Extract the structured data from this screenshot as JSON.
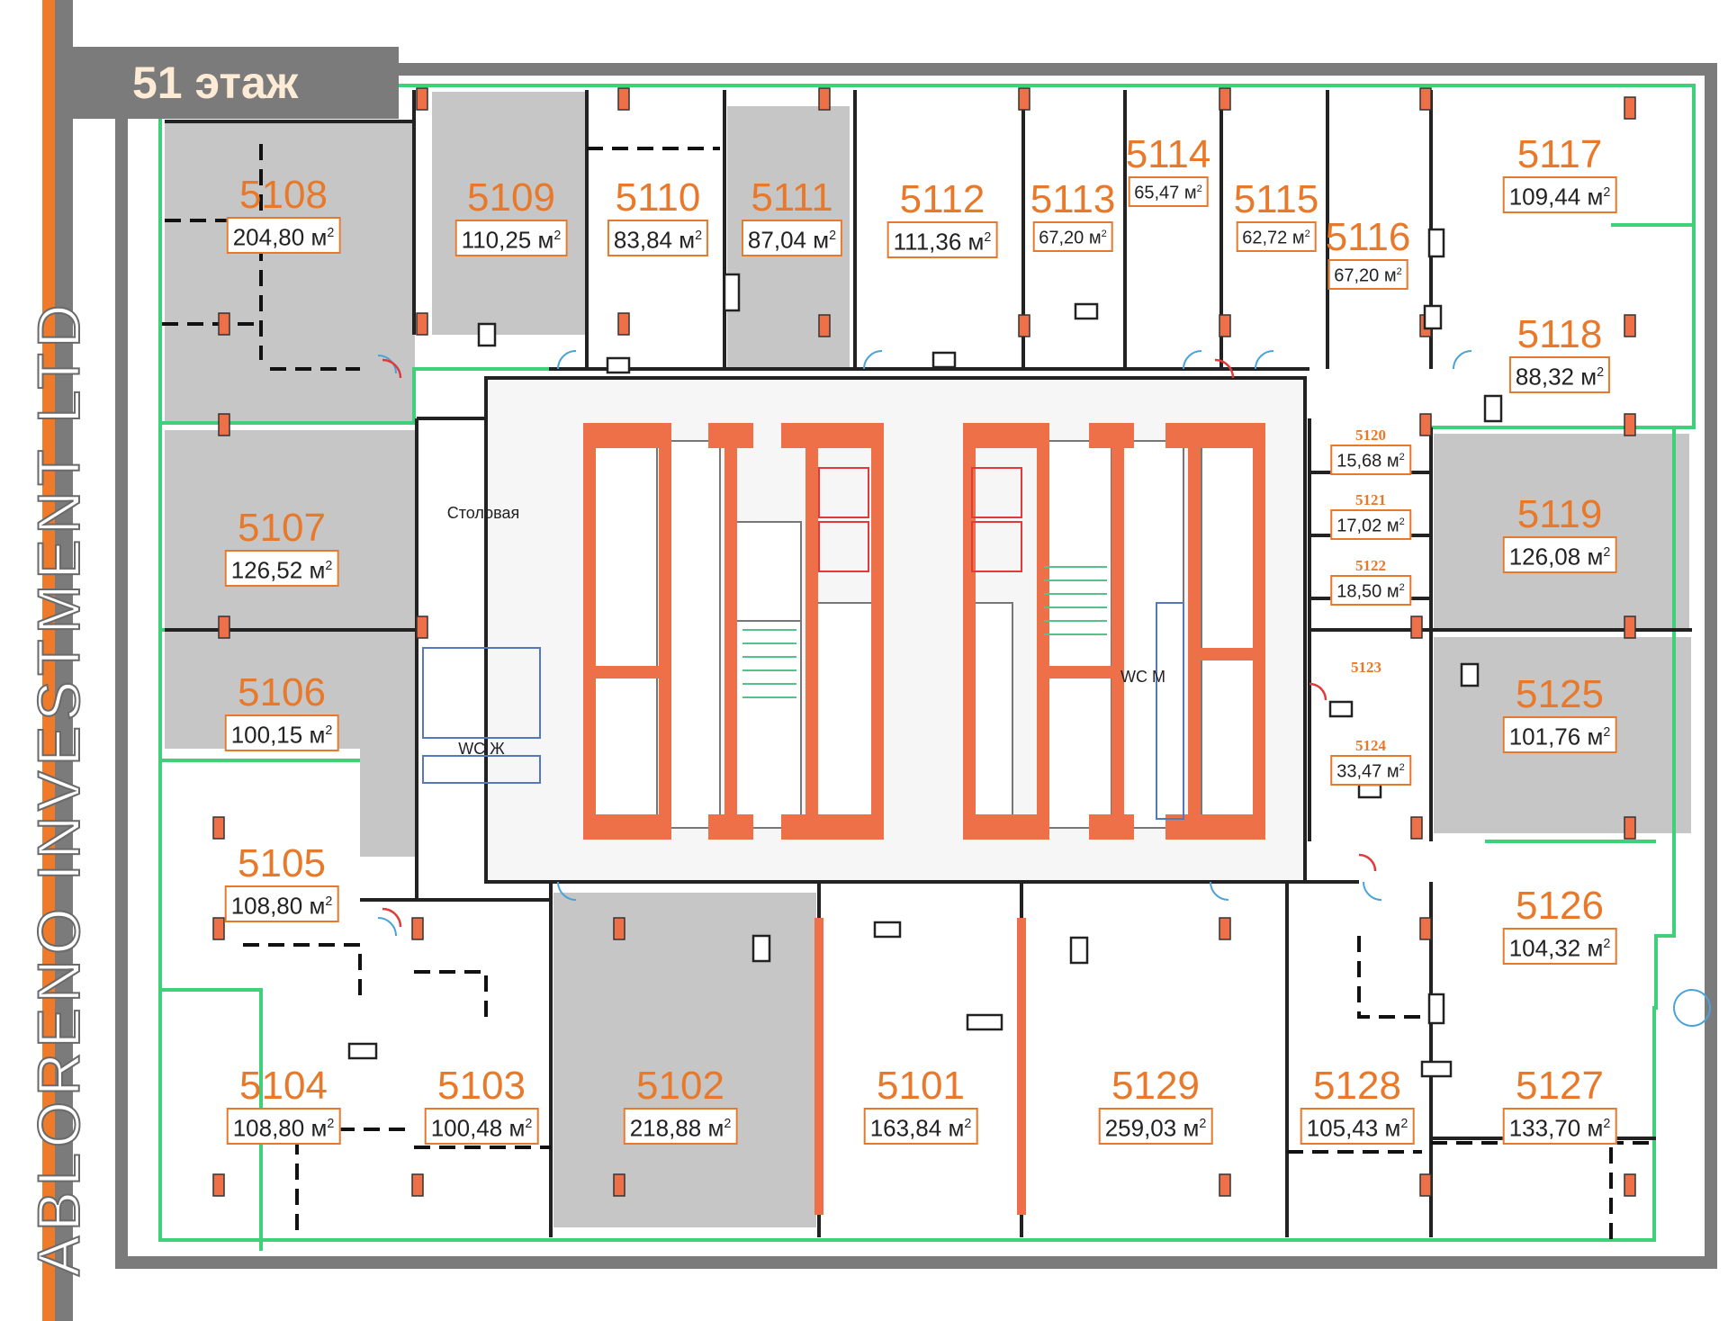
{
  "brand": {
    "name": "ABLORENO INVESTMENT LTD"
  },
  "floor": {
    "title": "51 этаж"
  },
  "area_unit": "м",
  "area_unit_exp": "2",
  "rooms": {
    "canteen": "Столовая",
    "wc_f": "WC Ж",
    "wc_m": "WC М"
  },
  "units": {
    "5108": {
      "number": "5108",
      "area": "204,80"
    },
    "5109": {
      "number": "5109",
      "area": "110,25"
    },
    "5110": {
      "number": "5110",
      "area": "83,84"
    },
    "5111": {
      "number": "5111",
      "area": "87,04"
    },
    "5112": {
      "number": "5112",
      "area": "111,36"
    },
    "5113": {
      "number": "5113",
      "area": "67,20"
    },
    "5114": {
      "number": "5114",
      "area": "65,47"
    },
    "5115": {
      "number": "5115",
      "area": "62,72"
    },
    "5116": {
      "number": "5116",
      "area": "67,20"
    },
    "5117": {
      "number": "5117",
      "area": "109,44"
    },
    "5118": {
      "number": "5118",
      "area": "88,32"
    },
    "5107": {
      "number": "5107",
      "area": "126,52"
    },
    "5106": {
      "number": "5106",
      "area": "100,15"
    },
    "5105": {
      "number": "5105",
      "area": "108,80"
    },
    "5104": {
      "number": "5104",
      "area": "108,80"
    },
    "5103": {
      "number": "5103",
      "area": "100,48"
    },
    "5102": {
      "number": "5102",
      "area": "218,88"
    },
    "5101": {
      "number": "5101",
      "area": "163,84"
    },
    "5129": {
      "number": "5129",
      "area": "259,03"
    },
    "5128": {
      "number": "5128",
      "area": "105,43"
    },
    "5127": {
      "number": "5127",
      "area": "133,70"
    },
    "5126": {
      "number": "5126",
      "area": "104,32"
    },
    "5125": {
      "number": "5125",
      "area": "101,76"
    },
    "5119": {
      "number": "5119",
      "area": "126,08"
    },
    "5120": {
      "number": "5120",
      "area": "15,68"
    },
    "5121": {
      "number": "5121",
      "area": "17,02"
    },
    "5122": {
      "number": "5122",
      "area": "18,50"
    },
    "5123": {
      "number": "5123"
    },
    "5124": {
      "number": "5124",
      "area": "33,47"
    }
  },
  "colors": {
    "accent": "#e8792a",
    "frame": "#7b7b7b",
    "wall": "#222222",
    "outline": "#3fd07a",
    "rented": "#c6c6c6",
    "core": "#ee7048"
  }
}
